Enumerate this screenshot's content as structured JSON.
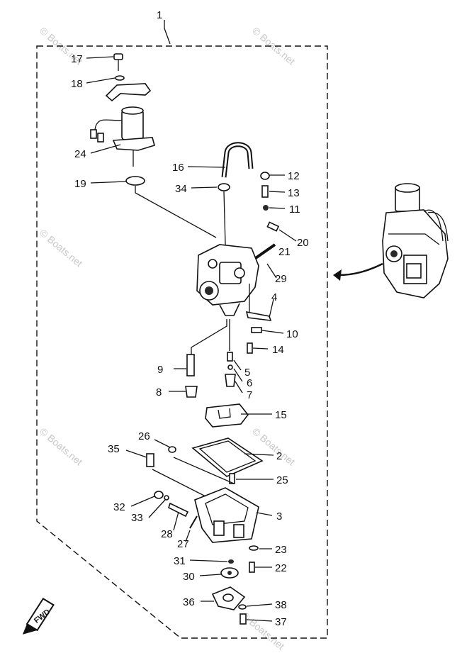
{
  "diagram": {
    "assembly_number": "1",
    "watermark": "© Boats.net",
    "fwd_label": "FWD"
  },
  "callouts": [
    {
      "num": "17"
    },
    {
      "num": "18"
    },
    {
      "num": "24"
    },
    {
      "num": "19"
    },
    {
      "num": "16"
    },
    {
      "num": "34"
    },
    {
      "num": "12"
    },
    {
      "num": "13"
    },
    {
      "num": "11"
    },
    {
      "num": "20"
    },
    {
      "num": "21"
    },
    {
      "num": "29"
    },
    {
      "num": "4"
    },
    {
      "num": "10"
    },
    {
      "num": "14"
    },
    {
      "num": "9"
    },
    {
      "num": "5"
    },
    {
      "num": "6"
    },
    {
      "num": "7"
    },
    {
      "num": "8"
    },
    {
      "num": "15"
    },
    {
      "num": "26"
    },
    {
      "num": "35"
    },
    {
      "num": "2"
    },
    {
      "num": "25"
    },
    {
      "num": "32"
    },
    {
      "num": "33"
    },
    {
      "num": "3"
    },
    {
      "num": "28"
    },
    {
      "num": "27"
    },
    {
      "num": "23"
    },
    {
      "num": "31"
    },
    {
      "num": "22"
    },
    {
      "num": "30"
    },
    {
      "num": "36"
    },
    {
      "num": "38"
    },
    {
      "num": "37"
    }
  ]
}
